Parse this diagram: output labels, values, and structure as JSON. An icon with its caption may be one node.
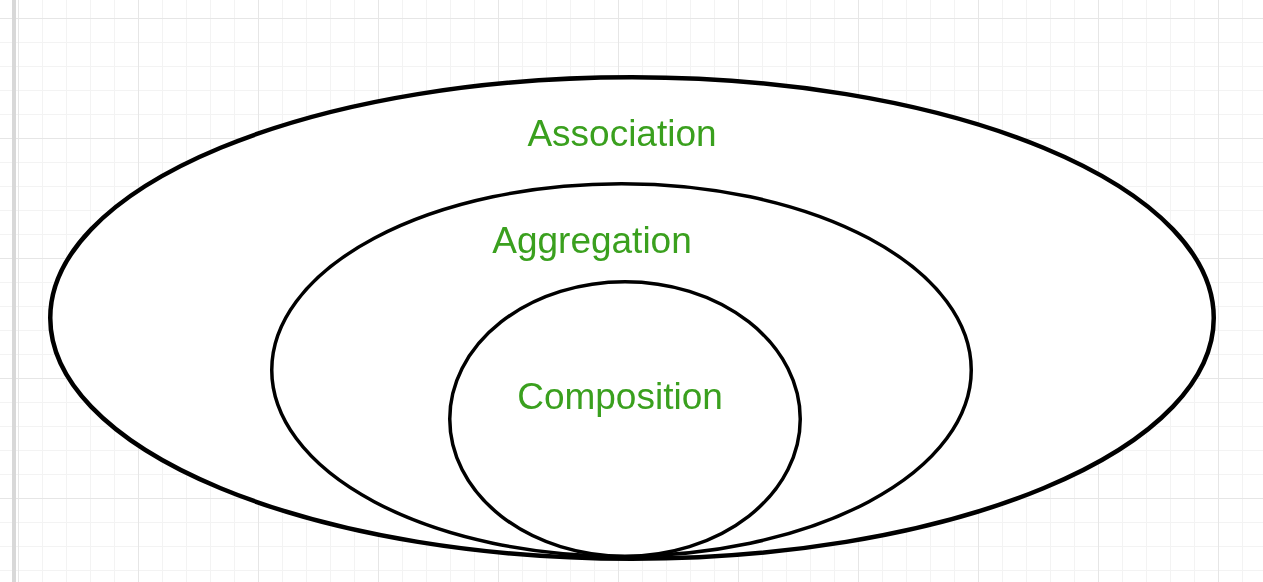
{
  "diagram": {
    "nodes": [
      {
        "text": [
          "Association"
        ]
      },
      {
        "text": [
          "Aggregation"
        ],
        "in": 0
      },
      {
        "text": [
          "Composition"
        ],
        "in": 1
      }
    ]
  }
}
